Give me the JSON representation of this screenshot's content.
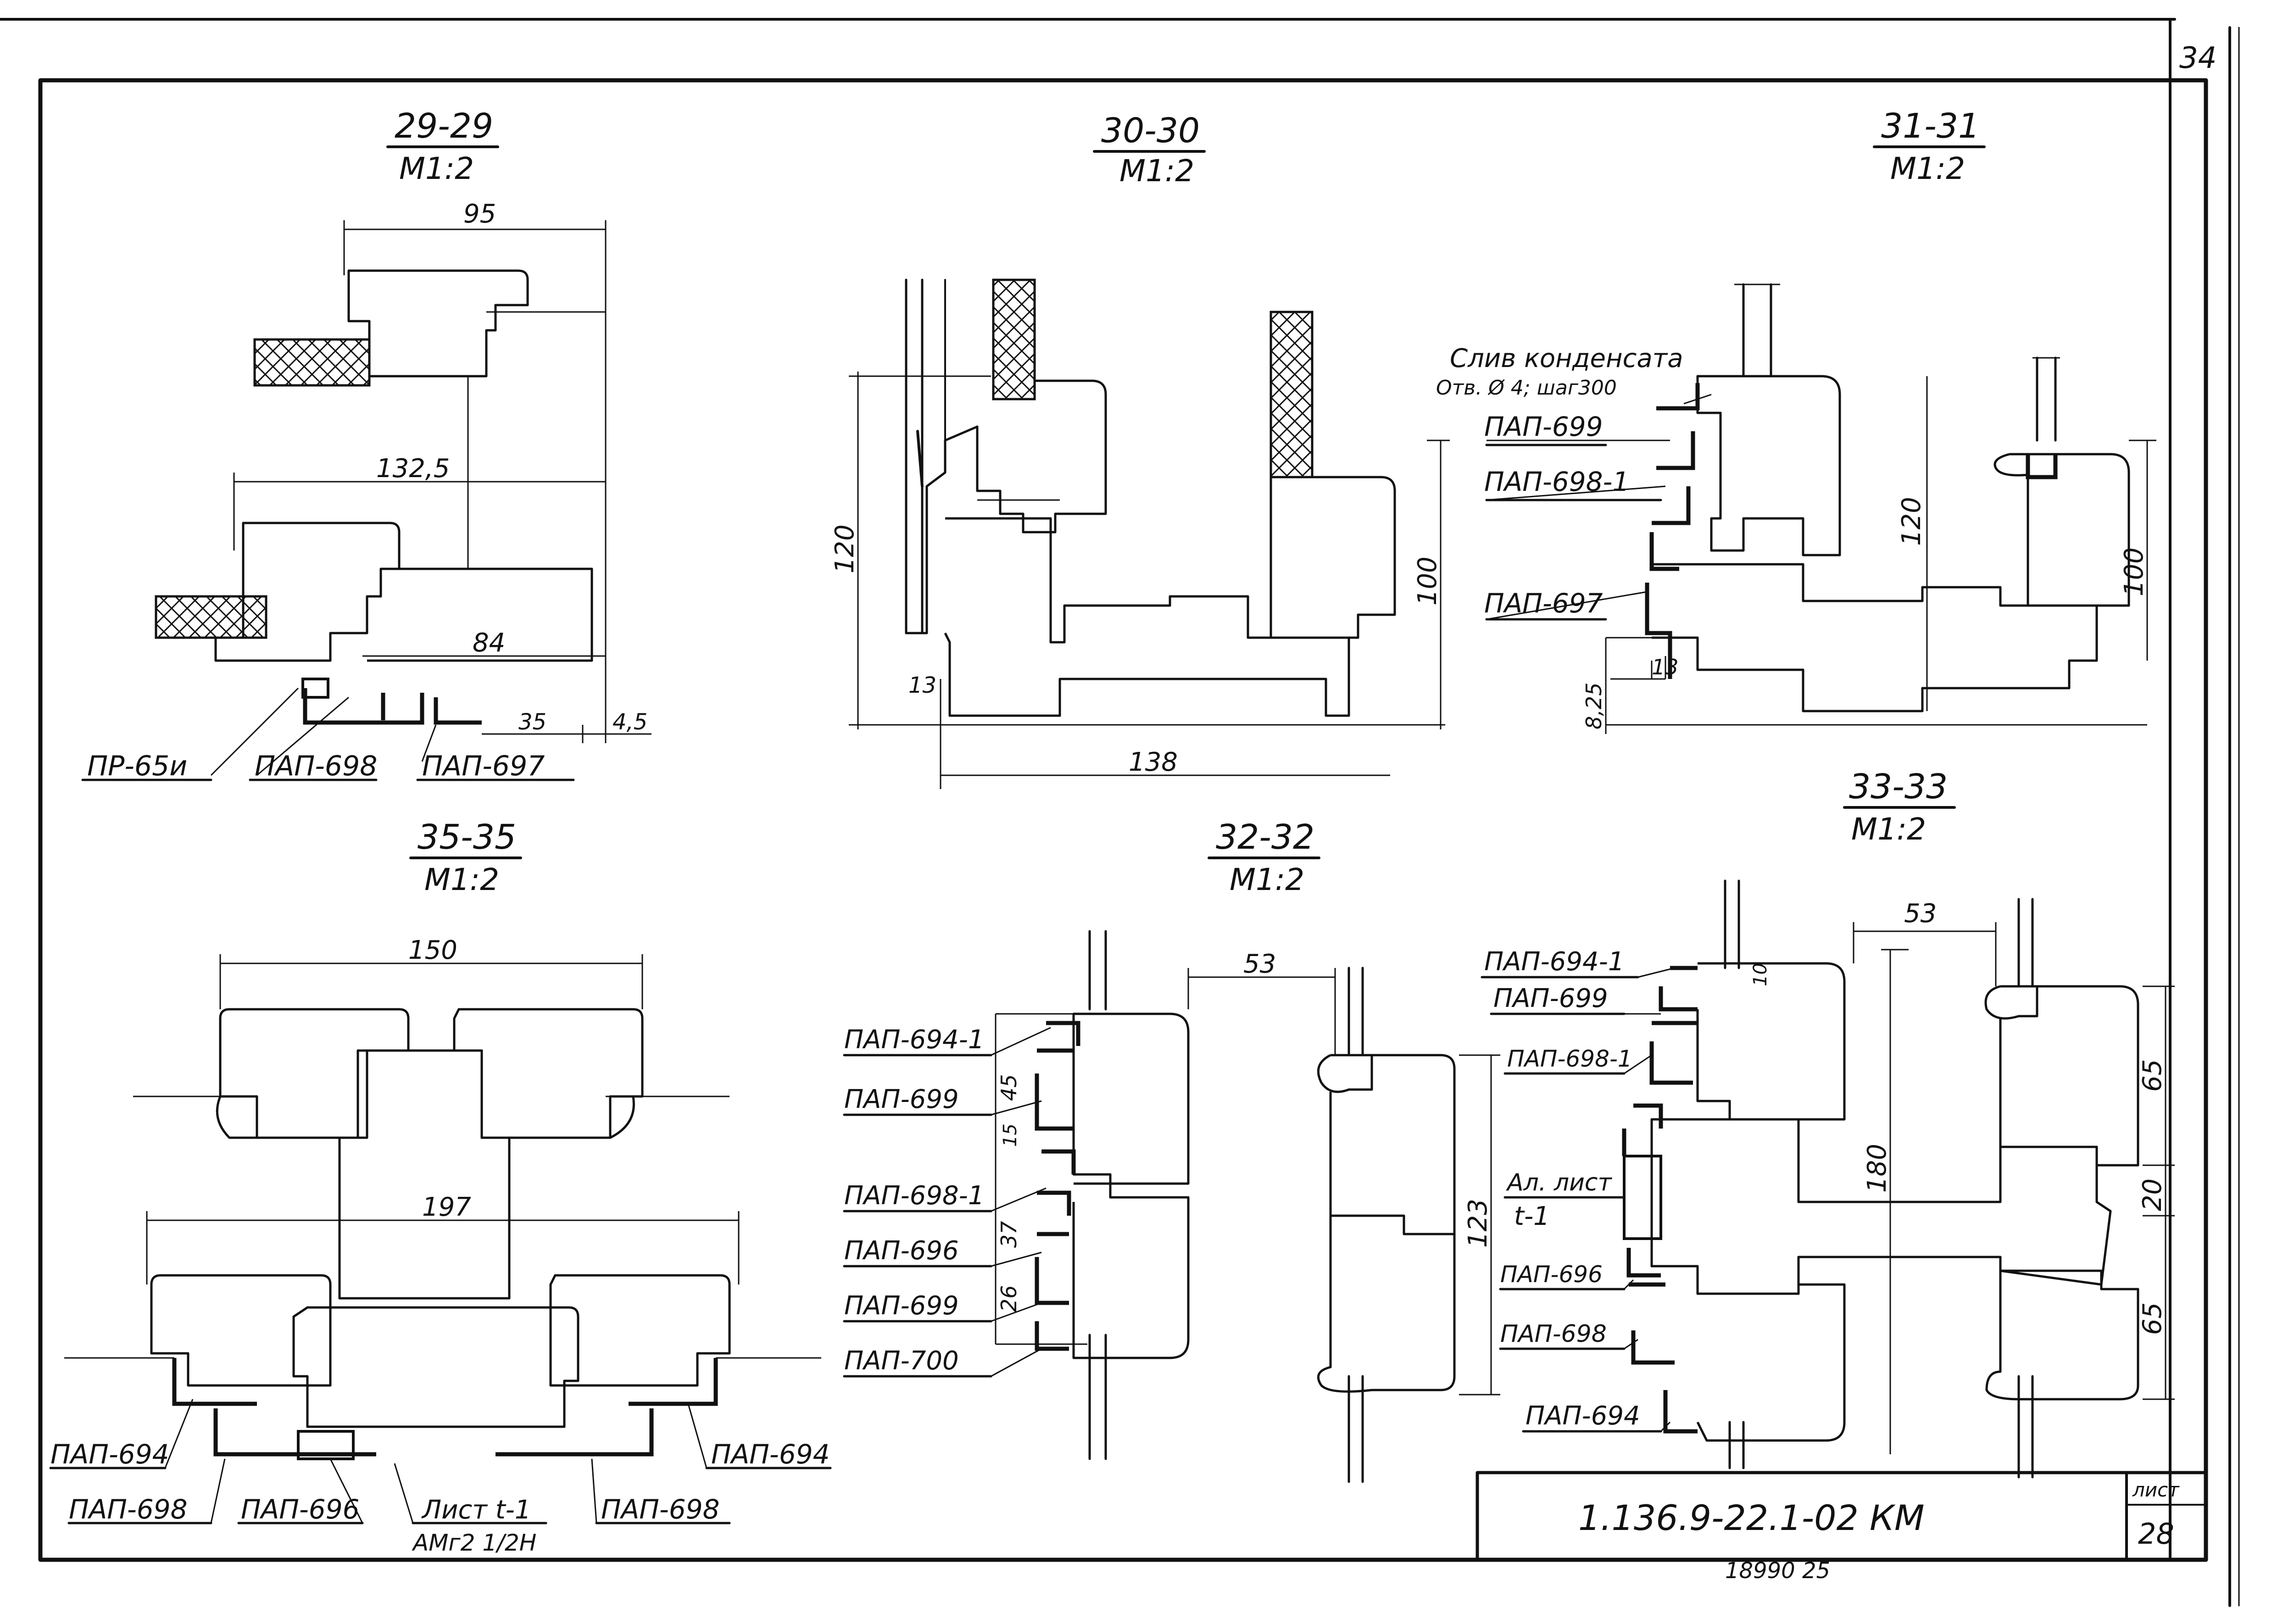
{
  "sheet_number_top": "34",
  "sections": {
    "s29": {
      "title": "29-29",
      "scale": "M1:2"
    },
    "s30": {
      "title": "30-30",
      "scale": "M1:2"
    },
    "s31": {
      "title": "31-31",
      "scale": "M1:2"
    },
    "s32": {
      "title": "32-32",
      "scale": "M1:2"
    },
    "s33": {
      "title": "33-33",
      "scale": "M1:2"
    },
    "s35": {
      "title": "35-35",
      "scale": "M1:2"
    }
  },
  "dims": {
    "d95": "95",
    "d132": "132,5",
    "d84": "84",
    "d35": "35",
    "d45": "4,5",
    "d120a": "120",
    "d13a": "13",
    "d100a": "100",
    "d138": "138",
    "d120b": "120",
    "d100b": "100",
    "d13b": "13",
    "d825": "8,25",
    "d150": "150",
    "d197": "197",
    "d53a": "53",
    "d45b": "45",
    "d15": "15",
    "d37": "37",
    "d26": "26",
    "d123": "123",
    "d53b": "53",
    "d10": "10",
    "d180": "180",
    "d65a": "65",
    "d20": "20",
    "d65b": "65"
  },
  "labels": {
    "pr65u": "ПР-65и",
    "pap698_29": "ПАП-698",
    "pap697_29": "ПАП-697",
    "drain1": "Слив конденсата",
    "drain2": "Отв. Ø 4; шаг300",
    "pap699_31": "ПАП-699",
    "pap6981_31": "ПАП-698-1",
    "pap697_31": "ПАП-697",
    "pap694_35a": "ПАП-694",
    "pap694_35b": "ПАП-694",
    "pap698_35a": "ПАП-698",
    "pap696_35": "ПАП-696",
    "sheet_t1": "Лист  t-1",
    "amg": "АМг2 1/2Н",
    "pap698_35b": "ПАП-698",
    "pap6941_32": "ПАП-694-1",
    "pap699_32a": "ПАП-699",
    "pap6981_32": "ПАП-698-1",
    "pap696_32": "ПАП-696",
    "pap699_32b": "ПАП-699",
    "pap700_32": "ПАП-700",
    "pap6941_33": "ПАП-694-1",
    "pap699_33": "ПАП-699",
    "pap6981_33": "ПАП-698-1",
    "al_sheet1": "Ал. лист",
    "al_sheet2": "t-1",
    "pap696_33": "ПАП-696",
    "pap698_33": "ПАП-698",
    "pap694_33": "ПАП-694"
  },
  "title_block": {
    "code": "1.136.9-22.1-02 КМ",
    "list_label": "лист",
    "list_number": "28"
  },
  "bottom_note": "18990   25"
}
